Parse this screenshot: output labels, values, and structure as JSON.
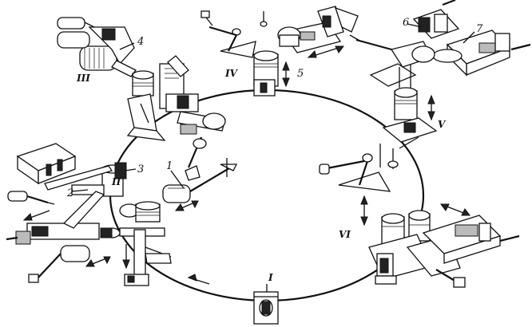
{
  "stations": {
    "I": "I",
    "II": "II",
    "III": "III",
    "IV": "IV",
    "V": "V",
    "VI": "VI"
  },
  "parts": {
    "p1": "1",
    "p2": "2",
    "p3": "3",
    "p4": "4",
    "p5": "5",
    "p6": "6",
    "p7": "7"
  }
}
